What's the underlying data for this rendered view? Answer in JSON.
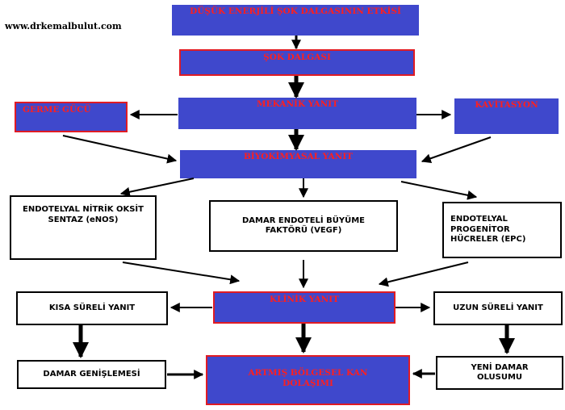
{
  "site": "www.drkemalbulut.com",
  "nodes": {
    "top": "DÜŞÜK ENERJİLİ ŞOK DALGASININ ETKİSİ",
    "shock": "ŞOK DALGASI",
    "mechanical": "MEKANİK YANIT",
    "stretch": "GERME GÜCÜ",
    "cavitation": "KAVİTASYON",
    "biochemical": "BİYOKİMYASAL YANIT",
    "enos": "ENDOTELYAL NİTRİK OKSİT SENTAZ (eNOS)",
    "vegf": "DAMAR ENDOTELİ BÜYÜME FAKTÖRÜ (VEGF)",
    "epc": "ENDOTELYAL PROGENİTOR HÜCRELER (EPC)",
    "clinical": "KLİNİK YANIT",
    "short": "KISA SÜRELİ YANIT",
    "long": "UZUN SÜRELİ YANIT",
    "dilation": "DAMAR GENİŞLEMESİ",
    "newvessel": "YENİ DAMAR OLUSUMU",
    "bloodflow": "ARTMIŞ BÖLGESEL KAN DOLAŞIMI"
  },
  "colors": {
    "box_fill": "#3f48cc",
    "box_text": "#ff1f1f",
    "highlight_border": "#e01b24",
    "line": "#000000"
  }
}
